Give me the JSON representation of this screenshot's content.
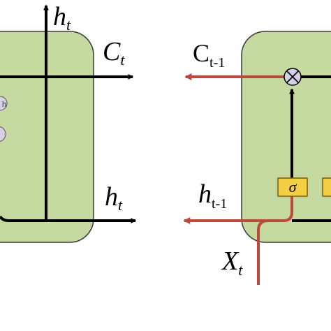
{
  "colors": {
    "cell_fill": "#c5d9a1",
    "cell_stroke": "#3a3a3a",
    "line_black": "#000000",
    "line_red": "#bc4a3c",
    "gate_fill": "#f5cf43",
    "gate_stroke": "#7a5a00",
    "op_fill": "#d6d0e6"
  },
  "left_cell": {
    "h_top": {
      "base": "h",
      "sub": "t"
    },
    "c_right": {
      "base": "C",
      "sub": "t"
    },
    "h_right": {
      "base": "h",
      "sub": "t"
    },
    "op_fragment": "h"
  },
  "right_cell": {
    "c_prev": {
      "base": "C",
      "sub": "t-1"
    },
    "h_prev": {
      "base": "h",
      "sub": "t-1"
    },
    "x_in": {
      "base": "X",
      "sub": "t"
    },
    "gate_label": "σ"
  }
}
